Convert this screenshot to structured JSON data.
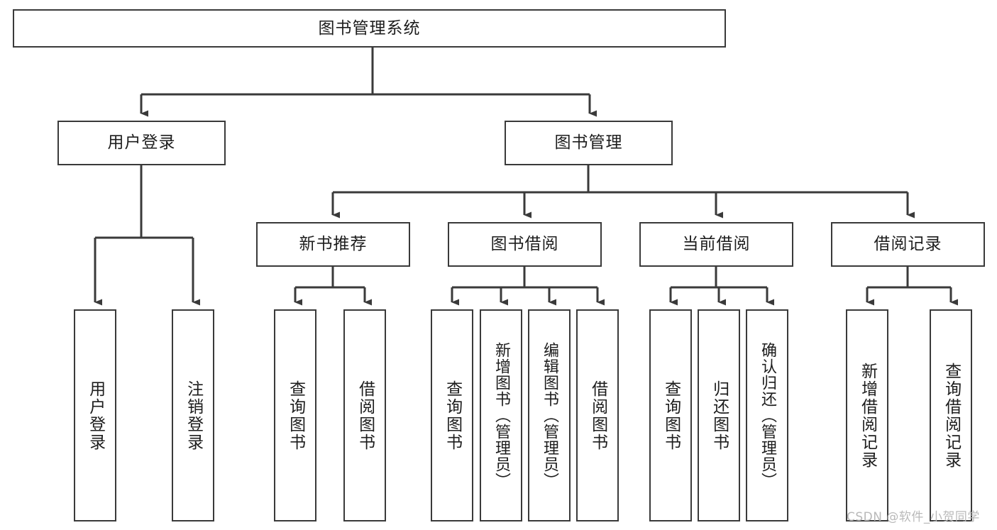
{
  "diagram": {
    "type": "tree",
    "title": "图书管理系统",
    "style": {
      "box_border_color": "#3a3a3a",
      "box_fill": "#ffffff",
      "edge_color": "#3a3a3a",
      "text_color": "#1d1d1d",
      "background": "#ffffff",
      "watermark_color": "#b9b9b9"
    },
    "root": {
      "label": "图书管理系统"
    },
    "level1": [
      {
        "label": "用户登录"
      },
      {
        "label": "图书管理"
      }
    ],
    "level2": [
      {
        "label": "新书推荐"
      },
      {
        "label": "图书借阅"
      },
      {
        "label": "当前借阅"
      },
      {
        "label": "借阅记录"
      }
    ],
    "leaves": {
      "user_login": [
        {
          "label": "用户登录"
        },
        {
          "label": "注销登录"
        }
      ],
      "new_book_recommend": [
        {
          "label": "查询图书"
        },
        {
          "label": "借阅图书"
        }
      ],
      "book_borrow": [
        {
          "label": "查询图书"
        },
        {
          "label": "新增图书（管理员）"
        },
        {
          "label": "编辑图书（管理员）"
        },
        {
          "label": "借阅图书"
        }
      ],
      "current_borrow": [
        {
          "label": "查询图书"
        },
        {
          "label": "归还图书"
        },
        {
          "label": "确认归还（管理员）"
        }
      ],
      "borrow_records": [
        {
          "label": "新增借阅记录"
        },
        {
          "label": "查询借阅记录"
        }
      ]
    },
    "watermark": "CSDN @软件_小贺同学"
  }
}
